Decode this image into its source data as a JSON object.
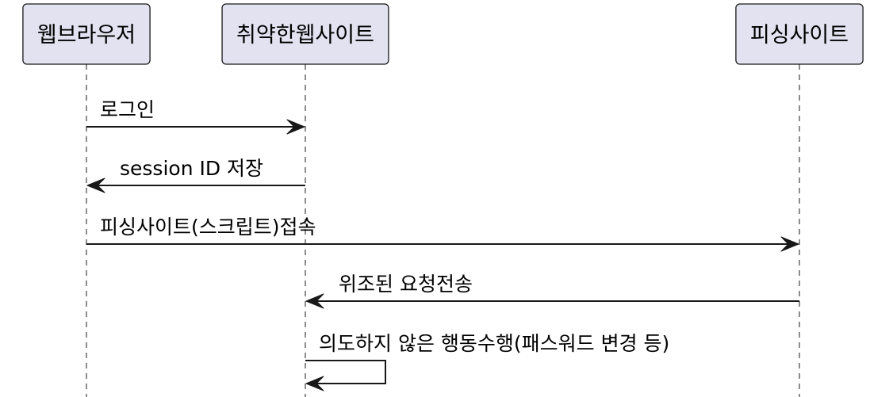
{
  "participants": [
    {
      "id": "browser",
      "label": "웹브라우저"
    },
    {
      "id": "vulnerable_site",
      "label": "취약한웹사이트"
    },
    {
      "id": "phishing_site",
      "label": "피싱사이트"
    }
  ],
  "messages": [
    {
      "from": "browser",
      "to": "vulnerable_site",
      "label": "로그인"
    },
    {
      "from": "vulnerable_site",
      "to": "browser",
      "label": "session ID 저장"
    },
    {
      "from": "browser",
      "to": "phishing_site",
      "label": "피싱사이트(스크립트)접속"
    },
    {
      "from": "phishing_site",
      "to": "vulnerable_site",
      "label": "위조된 요청전송"
    },
    {
      "from": "vulnerable_site",
      "to": "vulnerable_site",
      "label": "의도하지 않은 행동수행(패스워드 변경 등)"
    }
  ],
  "colors": {
    "participant_fill": "#e2e2f0",
    "line": "#181818",
    "text": "#000000",
    "background": "#ffffff"
  }
}
